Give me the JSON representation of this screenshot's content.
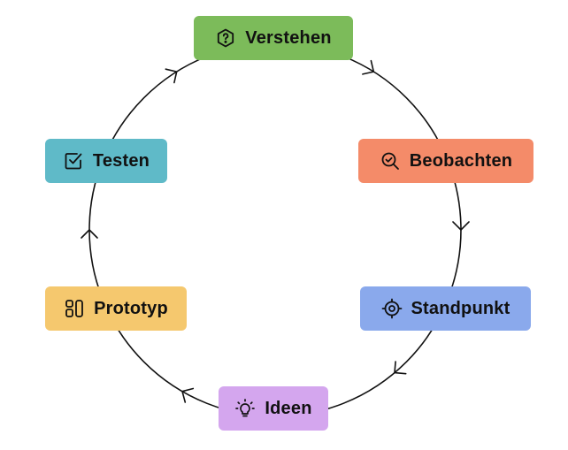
{
  "diagram": {
    "type": "cycle",
    "ring_color": "#111111",
    "steps": [
      {
        "id": "verstehen",
        "label": "Verstehen",
        "icon": "hexagon-question-icon",
        "color": "#7cbb5a"
      },
      {
        "id": "beobachten",
        "label": "Beobachten",
        "icon": "magnify-check-icon",
        "color": "#f48b69"
      },
      {
        "id": "standpunkt",
        "label": "Standpunkt",
        "icon": "crosshair-icon",
        "color": "#8aa9ec"
      },
      {
        "id": "ideen",
        "label": "Ideen",
        "icon": "lightbulb-icon",
        "color": "#d4a6ee"
      },
      {
        "id": "prototyp",
        "label": "Prototyp",
        "icon": "layout-blocks-icon",
        "color": "#f5c86e"
      },
      {
        "id": "testen",
        "label": "Testen",
        "icon": "checkbox-icon",
        "color": "#5fbac8"
      }
    ],
    "arrow_direction": "clockwise"
  }
}
